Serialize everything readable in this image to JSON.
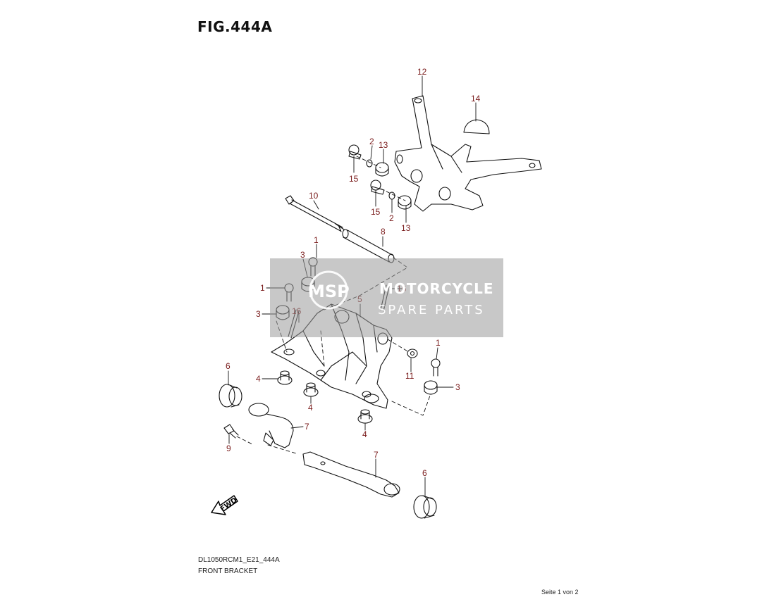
{
  "figure": {
    "title": "FIG.444A"
  },
  "footer": {
    "code": "DL1050RCM1_E21_444A",
    "name": "FRONT BRACKET",
    "page": "Seite 1 von 2"
  },
  "watermark": {
    "logo": "MSP",
    "line1": "MOTORCYCLE",
    "line2": "SPARE PARTS"
  },
  "fwd_label": "FWD",
  "callouts": [
    {
      "id": "c12a",
      "text": "12"
    },
    {
      "id": "c14",
      "text": "14"
    },
    {
      "id": "c2a",
      "text": "2"
    },
    {
      "id": "c13a",
      "text": "13"
    },
    {
      "id": "c15a",
      "text": "15"
    },
    {
      "id": "c15b",
      "text": "15"
    },
    {
      "id": "c2b",
      "text": "2"
    },
    {
      "id": "c13b",
      "text": "13"
    },
    {
      "id": "c10",
      "text": "10"
    },
    {
      "id": "c8",
      "text": "8"
    },
    {
      "id": "c1a",
      "text": "1"
    },
    {
      "id": "c3a",
      "text": "3"
    },
    {
      "id": "c1b",
      "text": "1"
    },
    {
      "id": "c16a",
      "text": "16"
    },
    {
      "id": "c5",
      "text": "5"
    },
    {
      "id": "c3b",
      "text": "3"
    },
    {
      "id": "c16b",
      "text": "16"
    },
    {
      "id": "c1c",
      "text": "1"
    },
    {
      "id": "c11",
      "text": "11"
    },
    {
      "id": "c3c",
      "text": "3"
    },
    {
      "id": "c6a",
      "text": "6"
    },
    {
      "id": "c4a",
      "text": "4"
    },
    {
      "id": "c4b",
      "text": "4"
    },
    {
      "id": "c4c",
      "text": "4"
    },
    {
      "id": "c7a",
      "text": "7"
    },
    {
      "id": "c9",
      "text": "9"
    },
    {
      "id": "c7b",
      "text": "7"
    },
    {
      "id": "c6b",
      "text": "6"
    }
  ]
}
